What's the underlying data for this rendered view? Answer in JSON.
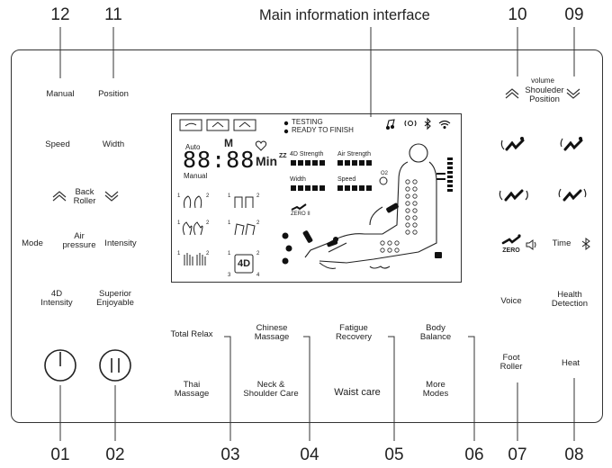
{
  "title": "Main information interface",
  "numbers": {
    "n01": "01",
    "n02": "02",
    "n03": "03",
    "n04": "04",
    "n05": "05",
    "n06": "06",
    "n07": "07",
    "n08": "08",
    "n09": "09",
    "n10": "10",
    "n11": "11",
    "n12": "12"
  },
  "buttons": {
    "manual": "Manual",
    "position": "Position",
    "speed": "Speed",
    "width": "Width",
    "back_roller": "Back Roller",
    "mode": "Mode",
    "air_pressure": "Air pressure",
    "intensity": "Intensity",
    "intensity_4d": "4D Intensity",
    "superior": "Superior Enjoyable",
    "volume": "volume",
    "shoulder_position": "Shouleder Position",
    "zero": "ZERO",
    "time": "Time",
    "voice": "Voice",
    "health": "Health Detection",
    "foot_roller": "Foot Roller",
    "heat": "Heat"
  },
  "modes": {
    "total_relax": "Total Relax",
    "chinese_massage": "Chinese Massage",
    "fatigue_recovery": "Fatigue Recovery",
    "body_balance": "Body Balance",
    "thai_massage": "Thai Massage",
    "neck_shoulder": "Neck & Shoulder Care",
    "waist_care": "Waist care",
    "more_modes": "More Modes"
  },
  "screen": {
    "testing": "TESTING",
    "ready": "READY TO FINISH",
    "auto": "Auto",
    "manual": "Manual",
    "m": "M",
    "digits": "88:88",
    "min": "Min",
    "strength_4d": "4D Strength",
    "air_strength": "Air Strength",
    "width": "Width",
    "speed": "Speed",
    "zero2": "ZERO II",
    "zz": "ZZ",
    "o2": "O2",
    "four_d": "4D"
  }
}
